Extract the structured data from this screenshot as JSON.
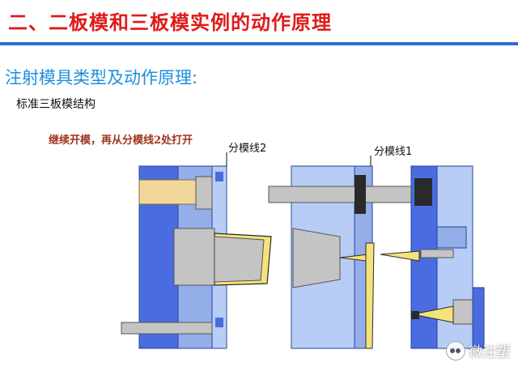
{
  "slide": {
    "title": "二、二板模和三板模实例的动作原理",
    "subtitle": "注射模具类型及动作原理:",
    "caption": "标准三板模结构",
    "annotation": "继续开模，再从分模线2处打开"
  },
  "diagram": {
    "parting_line_2": "分模线2",
    "parting_line_1": "分模线1"
  },
  "watermark": {
    "text": "微注塑",
    "icon": "wechat-icon"
  },
  "colors": {
    "title": "#e01a1a",
    "rule": "#2d6fd0",
    "subtitle": "#1c8fe0",
    "annotation": "#a0351e",
    "mold_dark": "#4a6ce0",
    "mold_light": "#b8cdf5",
    "mold_mid": "#93aee8",
    "gray_part": "#c4c4c4",
    "yellow_part": "#f4e27a",
    "wood": "#f2d79c"
  }
}
